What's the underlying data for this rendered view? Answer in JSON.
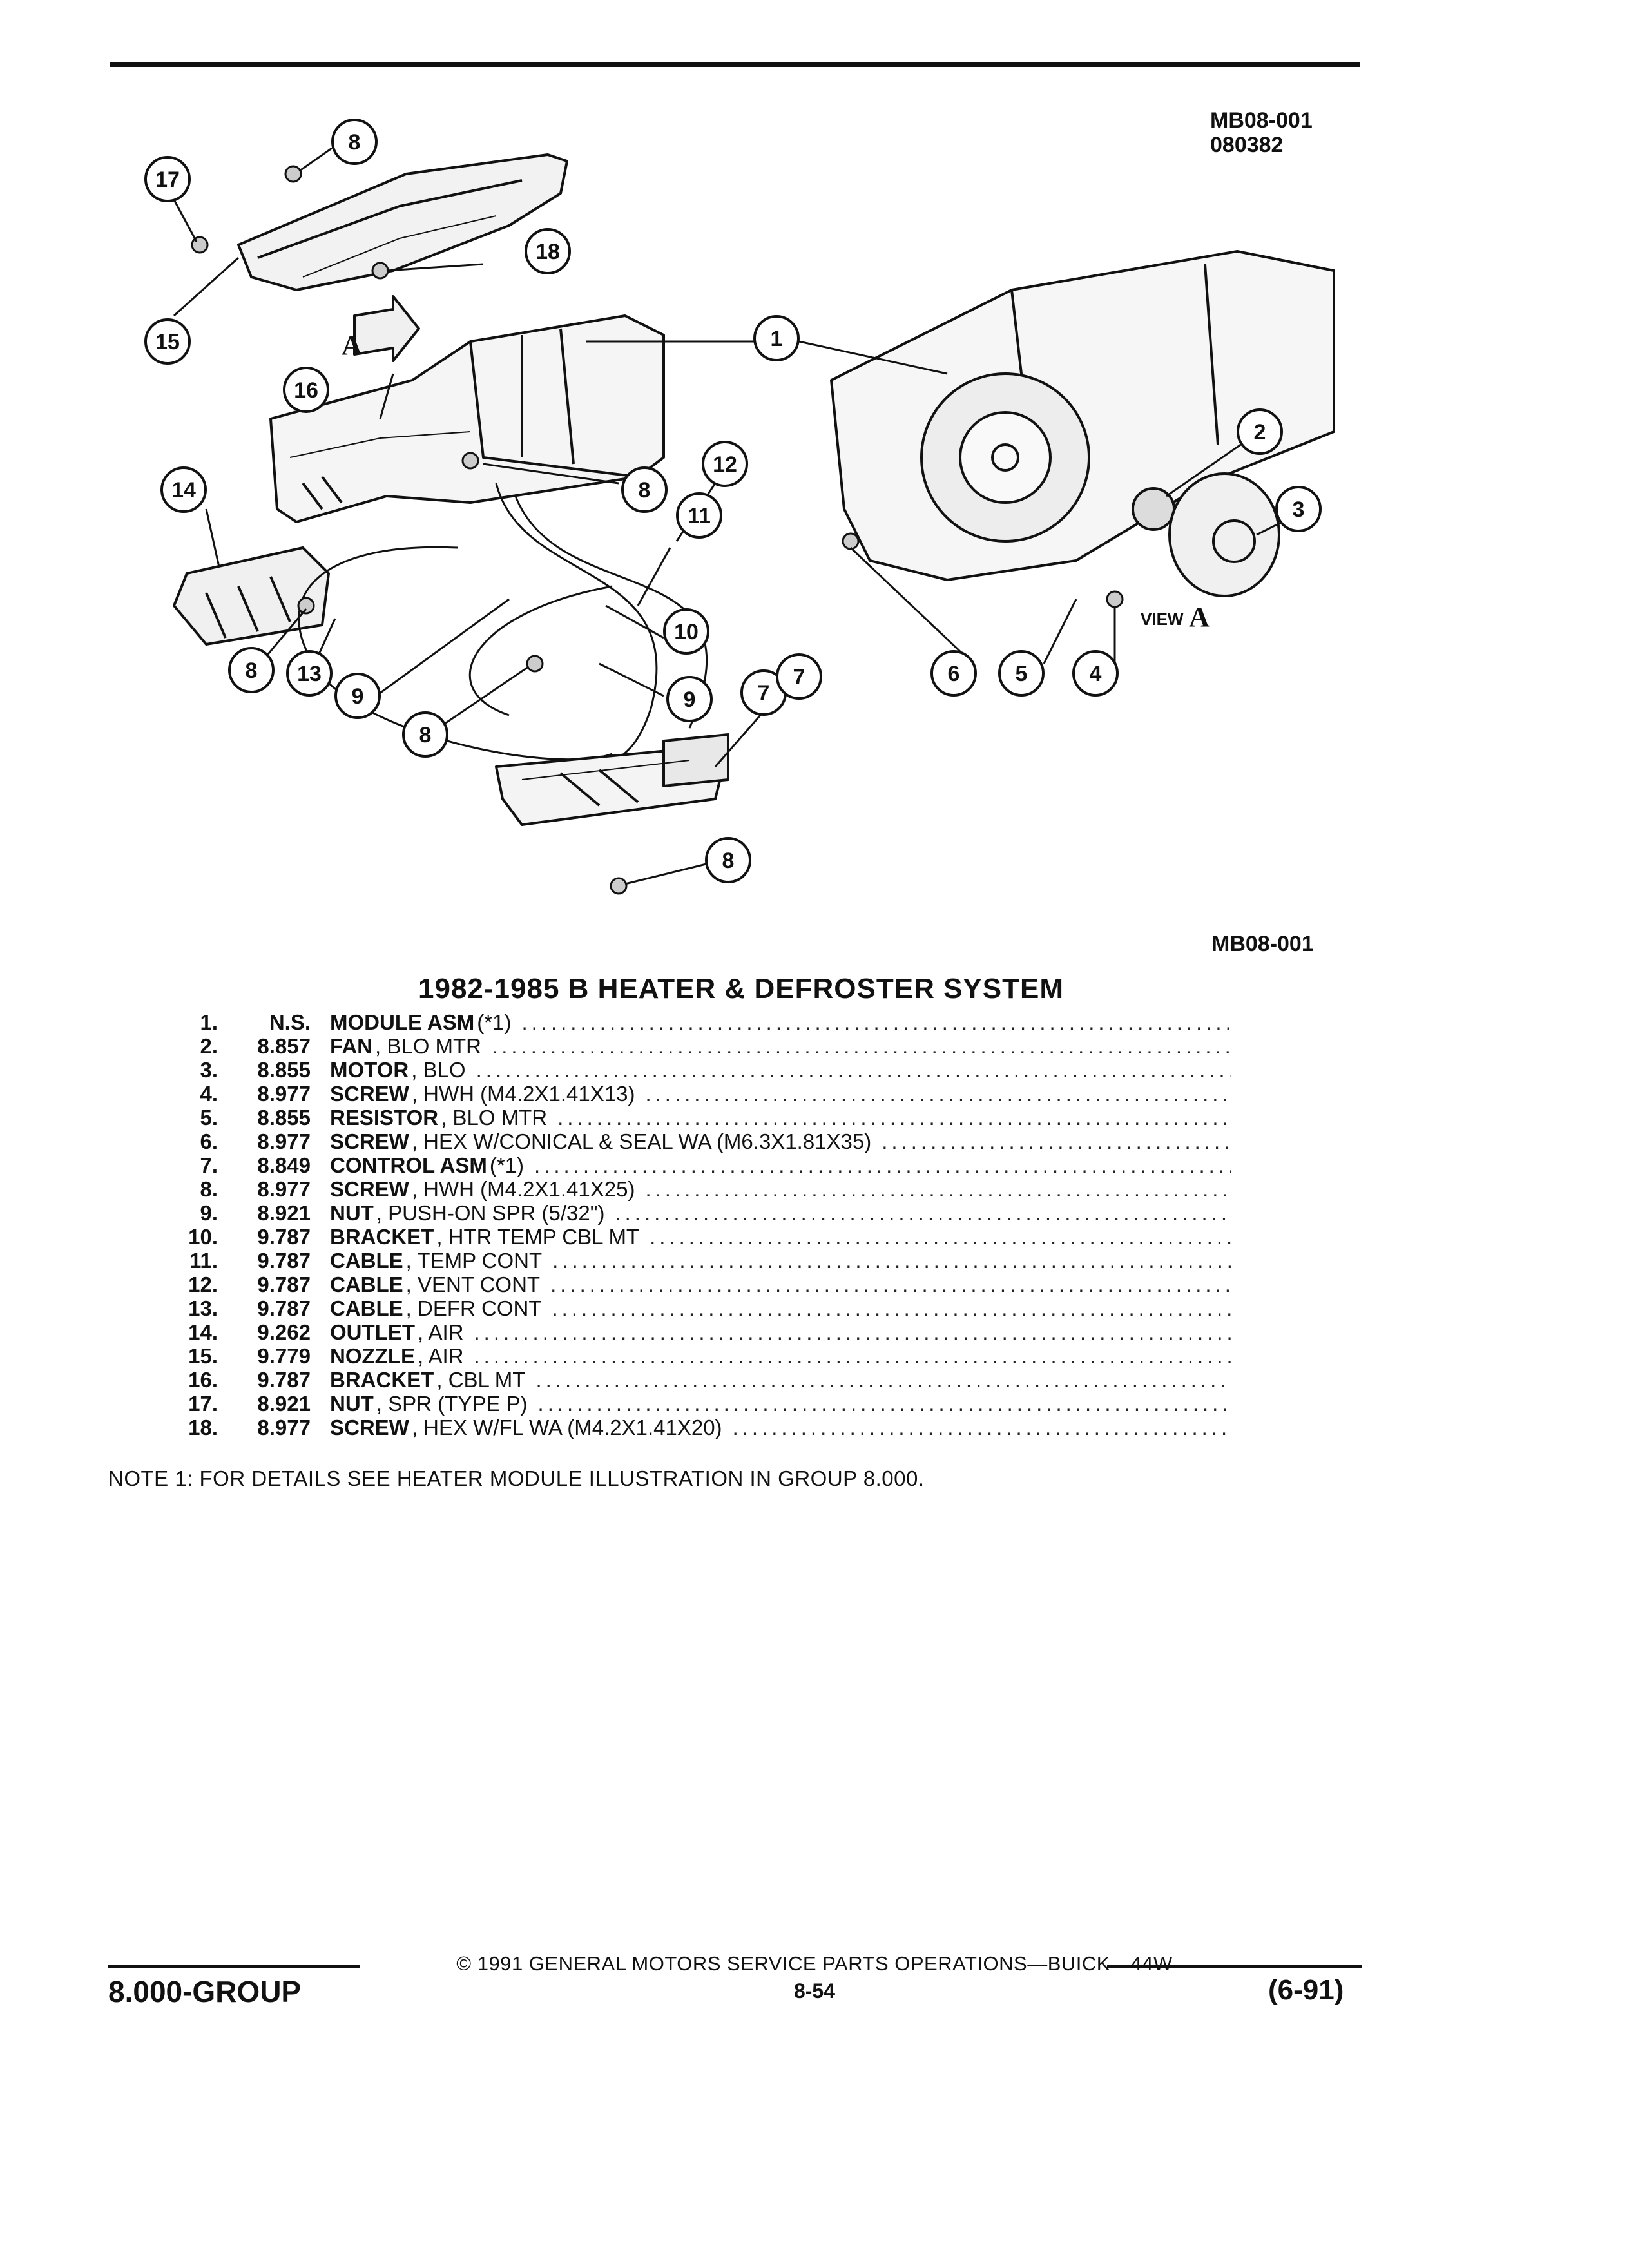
{
  "header": {
    "figure_code": "MB08-001",
    "figure_number": "080382"
  },
  "figure": {
    "code_bottom": "MB08-001",
    "callouts": [
      "1",
      "2",
      "3",
      "4",
      "5",
      "6",
      "7",
      "8",
      "9",
      "10",
      "11",
      "12",
      "13",
      "14",
      "15",
      "16",
      "17",
      "18"
    ],
    "view_label": "VIEW",
    "view_letter": "A"
  },
  "title": "1982-1985 B HEATER & DEFROSTER SYSTEM",
  "parts": [
    {
      "num": "1.",
      "group": "N.S.",
      "name": "MODULE ASM",
      "desc": "(*1)"
    },
    {
      "num": "2.",
      "group": "8.857",
      "name": "FAN",
      "desc": ", BLO MTR"
    },
    {
      "num": "3.",
      "group": "8.855",
      "name": "MOTOR",
      "desc": ", BLO"
    },
    {
      "num": "4.",
      "group": "8.977",
      "name": "SCREW",
      "desc": ", HWH (M4.2X1.41X13)"
    },
    {
      "num": "5.",
      "group": "8.855",
      "name": "RESISTOR",
      "desc": ", BLO MTR"
    },
    {
      "num": "6.",
      "group": "8.977",
      "name": "SCREW",
      "desc": ", HEX W/CONICAL & SEAL WA (M6.3X1.81X35)"
    },
    {
      "num": "7.",
      "group": "8.849",
      "name": "CONTROL ASM",
      "desc": "(*1)"
    },
    {
      "num": "8.",
      "group": "8.977",
      "name": "SCREW",
      "desc": ", HWH (M4.2X1.41X25)"
    },
    {
      "num": "9.",
      "group": "8.921",
      "name": "NUT",
      "desc": ", PUSH-ON SPR (5/32\")"
    },
    {
      "num": "10.",
      "group": "9.787",
      "name": "BRACKET",
      "desc": ", HTR TEMP CBL MT"
    },
    {
      "num": "11.",
      "group": "9.787",
      "name": "CABLE",
      "desc": ", TEMP CONT"
    },
    {
      "num": "12.",
      "group": "9.787",
      "name": "CABLE",
      "desc": ", VENT CONT"
    },
    {
      "num": "13.",
      "group": "9.787",
      "name": "CABLE",
      "desc": ", DEFR CONT"
    },
    {
      "num": "14.",
      "group": "9.262",
      "name": "OUTLET",
      "desc": ", AIR"
    },
    {
      "num": "15.",
      "group": "9.779",
      "name": "NOZZLE",
      "desc": ", AIR"
    },
    {
      "num": "16.",
      "group": "9.787",
      "name": "BRACKET",
      "desc": ", CBL MT"
    },
    {
      "num": "17.",
      "group": "8.921",
      "name": "NUT",
      "desc": ", SPR (TYPE P)"
    },
    {
      "num": "18.",
      "group": "8.977",
      "name": "SCREW",
      "desc": ", HEX W/FL WA (M4.2X1.41X20)"
    }
  ],
  "note": "NOTE  1:  FOR DETAILS SEE HEATER MODULE ILLUSTRATION IN GROUP 8.000.",
  "footer": {
    "copyright": "© 1991  GENERAL MOTORS SERVICE PARTS OPERATIONS—BUICK—44W",
    "group": "8.000-GROUP",
    "page": "8-54",
    "revision": "(6-91)"
  }
}
